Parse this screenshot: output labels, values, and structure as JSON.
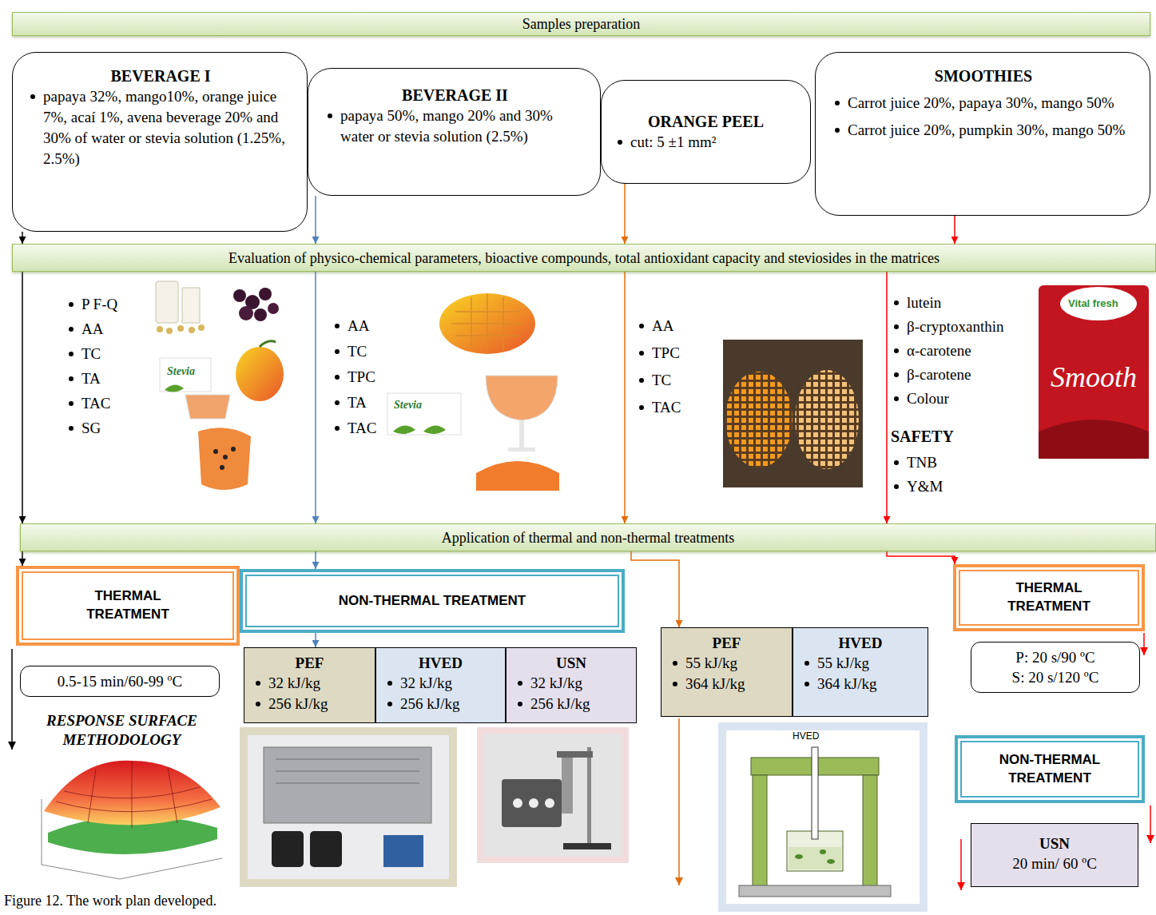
{
  "diagram": {
    "caption": "Figure 12. The work plan developed.",
    "nodes": [
      {
        "text": [
          "Samples preparation"
        ]
      },
      {
        "text": [
          "BEVERAGE I",
          "papaya 32%, mango10%, orange juice 7%, acaí 1%, avena beverage 20% and 30% of water or stevia solution (1.25%, 2.5%)"
        ]
      },
      {
        "text": [
          "BEVERAGE II",
          "papaya 50%, mango 20% and 30% water or stevia solution (2.5%)"
        ]
      },
      {
        "text": [
          "ORANGE PEEL",
          "cut: 5 ±1 mm²"
        ]
      },
      {
        "text": [
          "SMOOTHIES",
          "Carrot juice 20%, papaya 30%, mango 50%",
          "Carrot juice 20%, pumpkin 30%, mango 50%"
        ]
      },
      {
        "text": [
          "Evaluation of physico-chemical parameters, bioactive compounds, total antioxidant capacity and steviosides in the matrices"
        ]
      },
      {
        "text": [
          "Application of thermal and non-thermal treatments"
        ]
      },
      {
        "text": [
          "THERMAL TREATMENT"
        ]
      },
      {
        "text": [
          "NON-THERMAL TREATMENT"
        ]
      },
      {
        "text": [
          "0.5-15 min/60-99 ºC"
        ]
      },
      {
        "text": [
          "PEF",
          "32 kJ/kg",
          "256 kJ/kg"
        ]
      },
      {
        "text": [
          "HVED",
          "32 kJ/kg",
          "256 kJ/kg"
        ]
      },
      {
        "text": [
          "USN",
          "32 kJ/kg",
          "256 kJ/kg"
        ]
      },
      {
        "text": [
          "PEF",
          "55 kJ/kg",
          "364 kJ/kg"
        ]
      },
      {
        "text": [
          "HVED",
          "55 kJ/kg",
          "364 kJ/kg"
        ]
      },
      {
        "text": [
          "THERMAL TREATMENT"
        ]
      },
      {
        "text": [
          "P: 20 s/90 ºC",
          "S: 20 s/120 ºC"
        ]
      },
      {
        "text": [
          "NON-THERMAL TREATMENT"
        ]
      },
      {
        "text": [
          "USN",
          "20 min/ 60 ºC"
        ]
      }
    ],
    "edges": [
      {
        "from": 1,
        "to": 5,
        "arrow": "to"
      },
      {
        "from": 2,
        "to": 5,
        "arrow": "to"
      },
      {
        "from": 3,
        "to": 5,
        "arrow": "to"
      },
      {
        "from": 4,
        "to": 5,
        "arrow": "to"
      },
      {
        "from": 5,
        "to": 6,
        "arrow": "to"
      },
      {
        "from": 5,
        "to": 6,
        "arrow": "to"
      },
      {
        "from": 5,
        "to": 6,
        "arrow": "to"
      },
      {
        "from": 5,
        "to": 6,
        "arrow": "to"
      },
      {
        "from": 6,
        "to": 7,
        "arrow": "to"
      },
      {
        "from": 6,
        "to": 8,
        "arrow": "to"
      },
      {
        "from": 6,
        "to": 13,
        "arrow": "to"
      },
      {
        "from": 6,
        "to": 15,
        "arrow": "to"
      },
      {
        "from": 8,
        "to": 10,
        "arrow": "to"
      }
    ],
    "labels": [
      "P F-Q",
      "AA",
      "TC",
      "TA",
      "TAC",
      "SG",
      "AA",
      "TC",
      "TPC",
      "TA",
      "TAC",
      "AA",
      "TPC",
      "TC",
      "TAC",
      "lutein",
      "β-cryptoxanthin",
      "α-carotene",
      "β-carotene",
      "Colour",
      "SAFETY",
      "TNB",
      "Y&M",
      "RESPONSE SURFACE METHODOLOGY",
      "Stevia",
      "Stevia",
      "Vital fresh",
      "Smooth",
      "HVED"
    ]
  }
}
